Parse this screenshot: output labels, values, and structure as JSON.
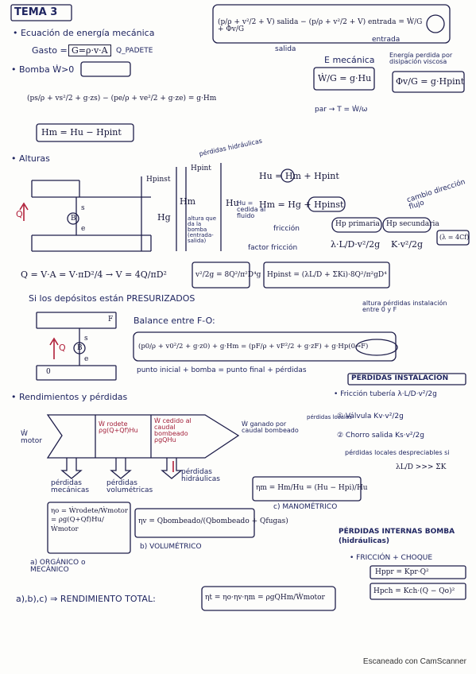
{
  "header": {
    "tema": "TEMA 3"
  },
  "top": {
    "s1": "• Ecuación de energía mecánica",
    "gasto": "Gasto =",
    "gasto_box": "G=ρ·v·A",
    "gasto_tail": "Q_PADETE",
    "energy_eq": "(p/ρ + v²/2 + V) salida − (p/ρ + v²/2 + V) entrada = Ẇ/G + Φv/G",
    "salida": "salida",
    "entrada": "entrada",
    "emecanica": "E mecánica",
    "disipacion": "Energía perdida por disipación viscosa",
    "w_eq": "Ẇ/G = g·Hu",
    "phi_eq": "Φv/G = g·Hpint",
    "par_eq": "par → T = Ẇ/ω"
  },
  "bomba": {
    "title": "• Bomba Ẇ>0",
    "eq": "(ps/ρ + vs²/2 + g·zs) − (pe/ρ + ve²/2 + g·ze) = g·Hm",
    "hm_box": "Hm = Hu − Hpint"
  },
  "alturas": {
    "title": "• Alturas",
    "perd_hid": "pérdidas hidráulicas",
    "hpinst": "Hpinst",
    "hpint": "Hpint",
    "hm": "Hm",
    "hg": "Hg",
    "hu": "Hu",
    "hu_desc": "Hu = cedida al fluido",
    "hm_desc": "altura que da la bomba (entrada-salida)",
    "q": "Q",
    "b": "B",
    "s": "s",
    "e": "e",
    "hu_eq": "Hu = Hm + Hpint",
    "hm_eq": "Hm = Hg + Hpinst",
    "friccion": "fricción",
    "factor": "factor fricción",
    "cambio": "cambio dirección flujo",
    "hpprim": "Hp primaria",
    "hpsec": "Hp secundaria",
    "fric_eq": "λ·L/D·v²/2g",
    "sec_eq": "K·v²/2g",
    "lambda": "(λ = 4Cf)",
    "q_eq": "Q = V·A = V·πD²/4 → V = 4Q/πD²",
    "v_eq": "v²/2g = 8Q²/π²D⁴g",
    "hpinst_eq": "Hpinst = (λL/D + ΣKi)·8Q²/π²gD⁴"
  },
  "presurizados": {
    "title": "Si los depósitos están PRESURIZADOS",
    "balance": "Balance entre F-O:",
    "f": "F",
    "o": "0",
    "s": "s",
    "e": "e",
    "q": "Q",
    "b": "B",
    "eq": "(p0/ρ + v0²/2 + g·z0) + g·Hm = (pF/ρ + vF²/2 + g·zF) + g·Hp(0→F)",
    "altura_perd": "altura pérdidas instalación entre 0 y F",
    "note": "punto inicial + bomba = punto final + pérdidas"
  },
  "perdidas": {
    "title": "PÉRDIDAS INSTALACIÓN",
    "friccion": "• Fricción tubería λ·L/D·v²/2g",
    "perd_loc": "pérdidas locales",
    "valvula": "① Válvula Kv·v²/2g",
    "chorro": "② Chorro salida Ks·v²/2g",
    "despreciables": "pérdidas locales despreciables si",
    "cond": "λL/D >>> ΣK"
  },
  "rendimientos": {
    "title": "• Rendimientos y pérdidas",
    "w_motor": "Ẇ motor",
    "b1": "Ẇ rodete ρg(Q+Qf)Hu",
    "b2": "Ẇ cedido al caudal bombeado ρgQHu",
    "w_ganado": "Ẇ ganado por caudal bombeado",
    "perd_mec": "pérdidas mecánicas",
    "perd_vol": "pérdidas volumétricas",
    "perd_hid": "pérdidas hidráulicas",
    "eta_m": "ηm = Hm/Hu = (Hu − Hpi)/Hu",
    "c_mano": "c) MANOMÉTRICO",
    "eta_o": "ηo = Ẇrodete/Ẇmotor = ρg(Q+Qf)Hu/Ẇmotor",
    "a_org": "a) ORGÁNICO o MECÁNICO",
    "eta_v": "ηv = Qbombeado/(Qbombeado + Qfugas)",
    "b_vol": "b) VOLUMÉTRICO",
    "perd_int": "PÉRDIDAS INTERNAS BOMBA (hidráulicas)",
    "fric_choq": "• FRICCIÓN + CHOQUE",
    "hppr": "Hppr = Kpr·Q²",
    "hpch": "Hpch = Kch·(Q − Qo)²",
    "total_lbl": "a),b),c) ⇒ RENDIMIENTO TOTAL:",
    "total_eq": "ηt = ηo·ηv·ηm = ρgQHm/Ẇmotor"
  },
  "footer": "Escaneado con CamScanner"
}
